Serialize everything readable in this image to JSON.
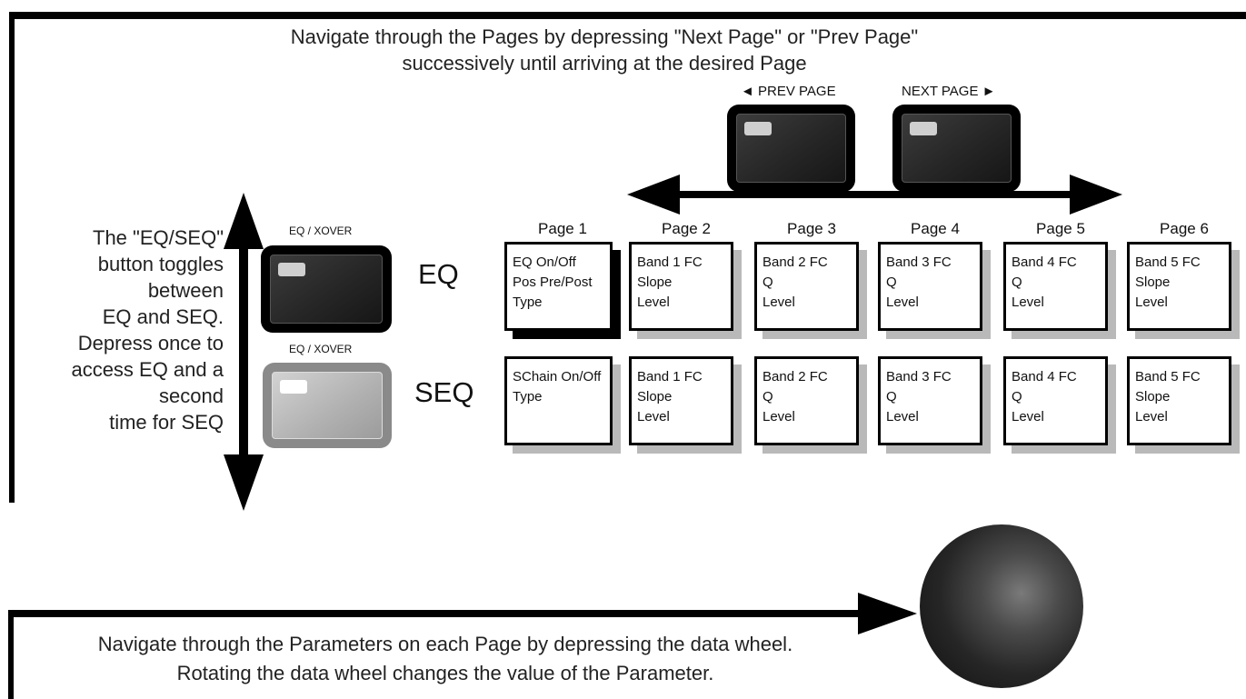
{
  "top_caption": {
    "line1": "Navigate through the Pages by depressing \"Next Page\" or \"Prev Page\"",
    "line2": "successively until arriving at the desired Page"
  },
  "page_buttons": {
    "prev_label": "◄ PREV PAGE",
    "next_label": "NEXT PAGE ►"
  },
  "eq_buttons": {
    "label_top": "EQ / XOVER",
    "label_bottom": "EQ / XOVER"
  },
  "mode_labels": {
    "eq": "EQ",
    "seq": "SEQ"
  },
  "left_text": {
    "lines": [
      "The \"EQ/SEQ\"",
      "button toggles",
      "between",
      "EQ and SEQ.",
      "Depress once to",
      "access EQ and a",
      "second",
      "time for SEQ"
    ]
  },
  "pages": [
    {
      "header": "Page 1",
      "eq": [
        "EQ On/Off",
        "Pos Pre/Post",
        "Type"
      ],
      "seq": [
        "SChain On/Off",
        "Type"
      ]
    },
    {
      "header": "Page 2",
      "eq": [
        "Band 1 FC",
        "Slope",
        "Level"
      ],
      "seq": [
        "Band 1 FC",
        "Slope",
        "Level"
      ]
    },
    {
      "header": "Page 3",
      "eq": [
        "Band 2 FC",
        "Q",
        "Level"
      ],
      "seq": [
        "Band 2 FC",
        "Q",
        "Level"
      ]
    },
    {
      "header": "Page 4",
      "eq": [
        "Band 3 FC",
        "Q",
        "Level"
      ],
      "seq": [
        "Band 3 FC",
        "Q",
        "Level"
      ]
    },
    {
      "header": "Page 5",
      "eq": [
        "Band 4 FC",
        "Q",
        "Level"
      ],
      "seq": [
        "Band 4 FC",
        "Q",
        "Level"
      ]
    },
    {
      "header": "Page 6",
      "eq": [
        "Band 5 FC",
        "Slope",
        "Level"
      ],
      "seq": [
        "Band 5 FC",
        "Slope",
        "Level"
      ]
    }
  ],
  "bottom_caption": {
    "line1": "Navigate through the Parameters on each Page by depressing the data wheel.",
    "line2": "Rotating the data wheel changes the value of the Parameter."
  },
  "colors": {
    "background": "#ffffff",
    "line": "#000000",
    "card_shadow": "#b9b9b9",
    "lit_button": "#8a8a8a"
  },
  "icons": {
    "page_arrow": "double-headed-horizontal-arrow",
    "toggle_arrow": "double-headed-vertical-arrow",
    "wheel_arrow": "right-arrow"
  }
}
